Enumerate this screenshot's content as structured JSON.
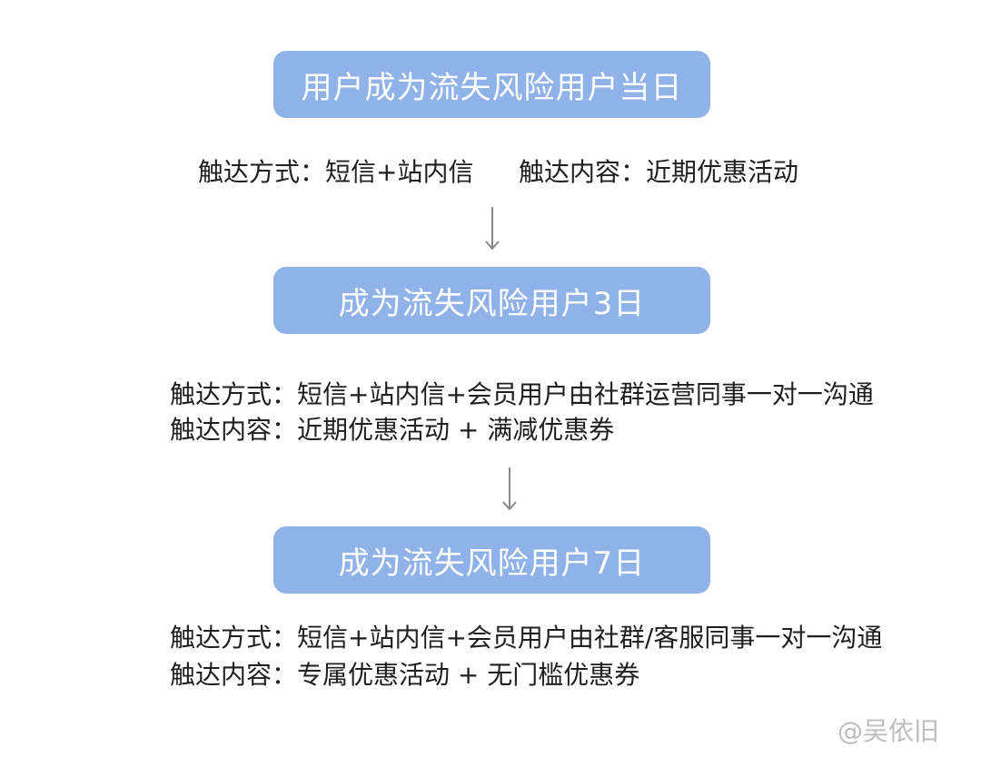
{
  "colors": {
    "box_fill": "#8fb3e8",
    "box_text": "#ffffff",
    "arrow": "#888888",
    "watermark": "#bdbdbd"
  },
  "stages": [
    {
      "title": "用户成为流失风险用户当日",
      "method": "触达方式：短信+站内信",
      "content": "触达内容：近期优惠活动"
    },
    {
      "title": "成为流失风险用户3日",
      "method": "触达方式：短信+站内信+会员用户由社群运营同事一对一沟通",
      "content": "触达内容：近期优惠活动 + 满减优惠券"
    },
    {
      "title": "成为流失风险用户7日",
      "method": "触达方式：短信+站内信+会员用户由社群/客服同事一对一沟通",
      "content": "触达内容：专属优惠活动 + 无门槛优惠券"
    }
  ],
  "watermark": "@吴依旧"
}
